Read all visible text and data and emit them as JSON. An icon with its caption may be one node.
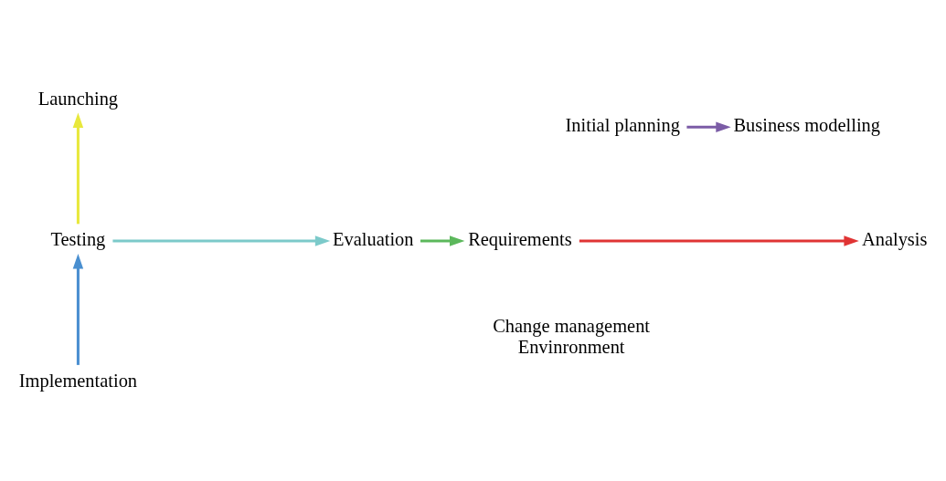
{
  "diagram": {
    "nodes": [
      {
        "text": [
          "Initial planning"
        ]
      },
      {
        "text": [
          "Requirements"
        ]
      },
      {
        "text": [
          "Analysis"
        ]
      },
      {
        "text": [
          "Implementation"
        ]
      },
      {
        "text": [
          "Testing"
        ]
      },
      {
        "text": [
          "Launching"
        ]
      },
      {
        "text": [
          "Evaluation"
        ]
      },
      {
        "text": [
          "Business modelling"
        ]
      },
      {
        "text": [
          "Change management",
          "Envinronment"
        ]
      }
    ],
    "edges": [
      {
        "from": 0,
        "to": 7,
        "arrow": "to",
        "color": "#7b5ca6"
      },
      {
        "from": 1,
        "to": 2,
        "arrow": "to",
        "color": "#e03434"
      },
      {
        "from": 3,
        "to": 4,
        "arrow": "to",
        "color": "#4a8fd0"
      },
      {
        "from": 4,
        "to": 6,
        "arrow": "to",
        "color": "#7ccaca"
      },
      {
        "from": 6,
        "to": 1,
        "arrow": "to",
        "color": "#5cb85c"
      },
      {
        "from": 4,
        "to": 5,
        "arrow": "to",
        "color": "#e8e83c"
      }
    ]
  }
}
